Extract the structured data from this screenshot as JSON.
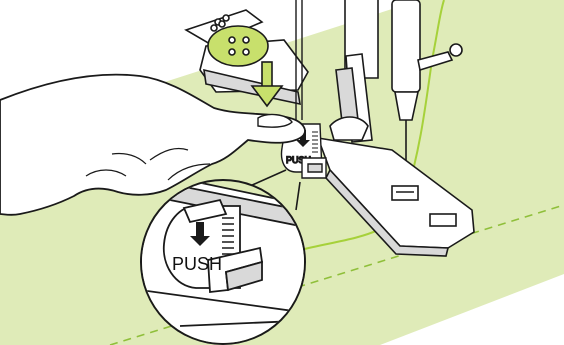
{
  "illustration": {
    "labels": {
      "push_small": "PUSH",
      "push_magnified": "PUSH"
    },
    "colors": {
      "fabric": "#dfebb8",
      "thread": "#a6d13a",
      "button": "#c8e06c",
      "outline": "#1a1a1a",
      "metal_light": "#ffffff",
      "metal_shade": "#d9d9d9",
      "skin": "#ffffff"
    },
    "icons": [
      "sewing-machine-foot",
      "button",
      "hand",
      "arrow-down",
      "magnifier-callout"
    ]
  }
}
